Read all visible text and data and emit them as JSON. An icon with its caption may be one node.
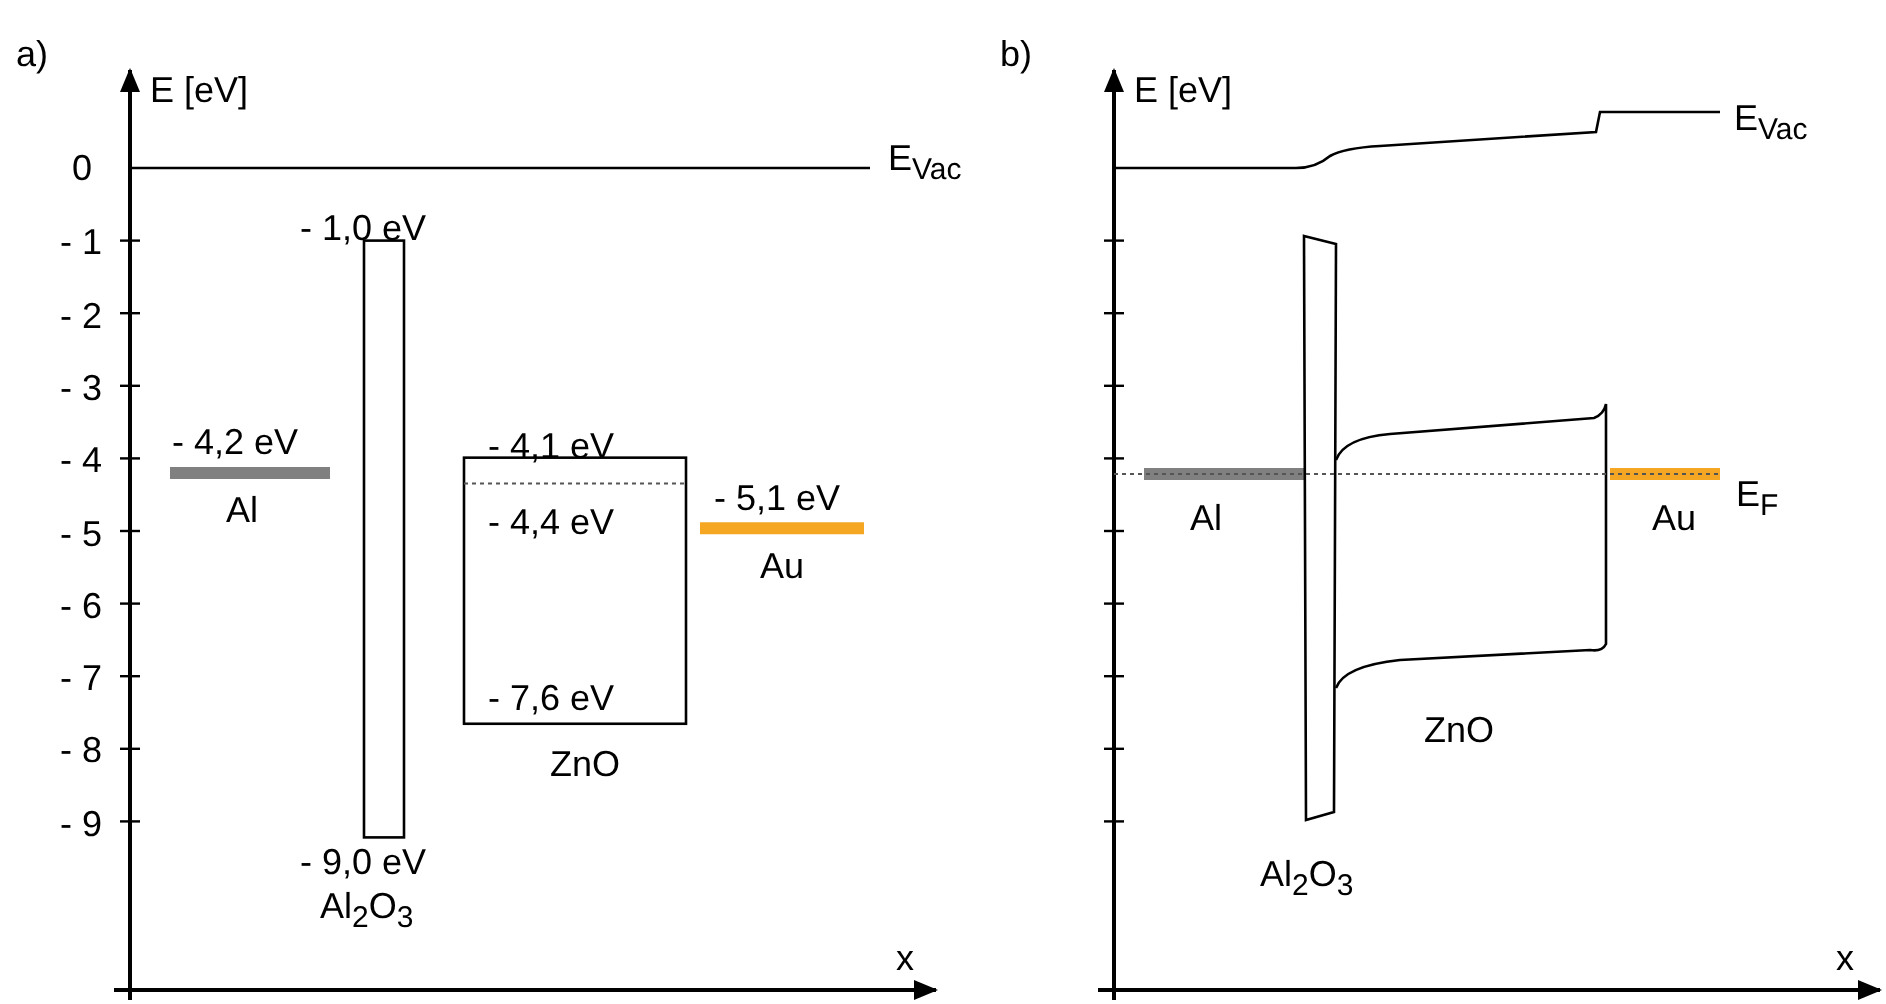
{
  "diagram": {
    "nodes": [
      {
        "text": [],
        "shape": "box",
        "beside": [
          "- 1,0 eV",
          "- 9,0 eV",
          "Al$_{2}$O$_{3}$"
        ]
      },
      {
        "text": [
          "- 4,1 eV",
          "- 4,4 eV",
          "- 7,6 eV"
        ],
        "beside": [
          "ZnO"
        ]
      },
      {
        "text": [],
        "shape": "bar",
        "beside": [
          "- 4,2 eV",
          "Al"
        ]
      },
      {
        "text": [],
        "shape": "bar",
        "beside": [
          "- 5,1 eV",
          "Au"
        ]
      },
      {
        "text": [],
        "shape": "bar",
        "beside": [
          "Al"
        ]
      },
      {
        "text": [],
        "shape": "box",
        "beside": [
          "Al$_{2}$O$_{3}$"
        ]
      },
      {
        "text": [],
        "shape": "band",
        "beside": [
          "ZnO"
        ]
      },
      {
        "text": [],
        "shape": "bar",
        "beside": [
          "Au"
        ]
      }
    ],
    "edges": [],
    "labels": [
      "a)",
      "E [eV]",
      "0",
      "- 1",
      "- 2",
      "- 3",
      "- 4",
      "- 5",
      "- 6",
      "- 7",
      "- 8",
      "- 9",
      "E$_{Vac}$",
      "x",
      "b)",
      "E [eV]",
      "E$_{Vac}$",
      "E$_{F}$",
      "x"
    ]
  }
}
